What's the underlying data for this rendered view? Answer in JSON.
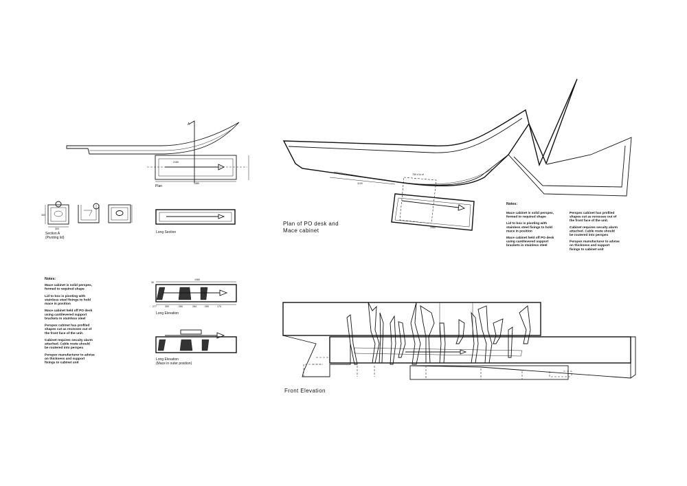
{
  "drawings": {
    "plan_small": {
      "title": "Plan",
      "section_marker": "A",
      "dim_top": "2185",
      "dim_bottom": "1980"
    },
    "section_a": {
      "title": "Section A",
      "subtitle": "(Pivoting lid)",
      "dim_height": "300",
      "dim_width": "300"
    },
    "long_section": {
      "title": "Long Section"
    },
    "long_elevation": {
      "title": "Long Elevation",
      "dim_top": "1980",
      "dim_left": "30",
      "dims_bottom": [
        "277",
        "300",
        "280",
        "284",
        "280",
        "170"
      ]
    },
    "long_elevation_outer": {
      "title": "Long Elevation",
      "subtitle": "(Mace in outer position)"
    },
    "plan_large": {
      "title_line1": "Plan of PO desk and",
      "title_line2": "Mace cabinet",
      "dim_top": "750 4 lo of",
      "dim_left": "1100",
      "dim_bottom": "1980"
    },
    "front_elevation": {
      "title": "Front Elevation"
    }
  },
  "notes_left": {
    "heading": "Notes:",
    "items": [
      [
        "Mace cabinet is solid perspex,",
        "formed to required shape"
      ],
      [
        "Lid to box is pivoting with",
        "stainless steel fixings to hold",
        "mace in position"
      ],
      [
        "Mace cabinet held off PO desk",
        "using cantilevered support",
        "brackets in stainless steel"
      ],
      [
        "Perspex cabinet has profiled",
        "shapes cut as recesses out of",
        "the front face of the unit."
      ],
      [
        "Cabinet requires secuity alarm",
        "attached. Cable route should",
        "be routered into perspex"
      ],
      [
        "Perspex manufacturer to advise",
        "on thickness and support",
        "fixings to cabinet unit"
      ]
    ]
  },
  "notes_right": {
    "heading": "Notes:",
    "col1": [
      [
        "Mace cabinet is solid perspex,",
        "formed to required shape"
      ],
      [
        "Lid to box is pivoting with",
        "stainless steel fixings to hold",
        "mace in position"
      ],
      [
        "Mace cabinet held off PO desk",
        "using cantilevered support",
        "brackets in stainless steel"
      ]
    ],
    "col2": [
      [
        "Perspex cabinet has profiled",
        "shapes cut as recesses out of",
        "the front face of the unit."
      ],
      [
        "Cabinet requires secuity alarm",
        "attached. Cable route should",
        "be routered into perspex"
      ],
      [
        "Perspex manufacturer to advise",
        "on thickness and support",
        "fixings to cabinet unit"
      ]
    ]
  },
  "colors": {
    "ink": "#111111",
    "paper": "#ffffff"
  }
}
